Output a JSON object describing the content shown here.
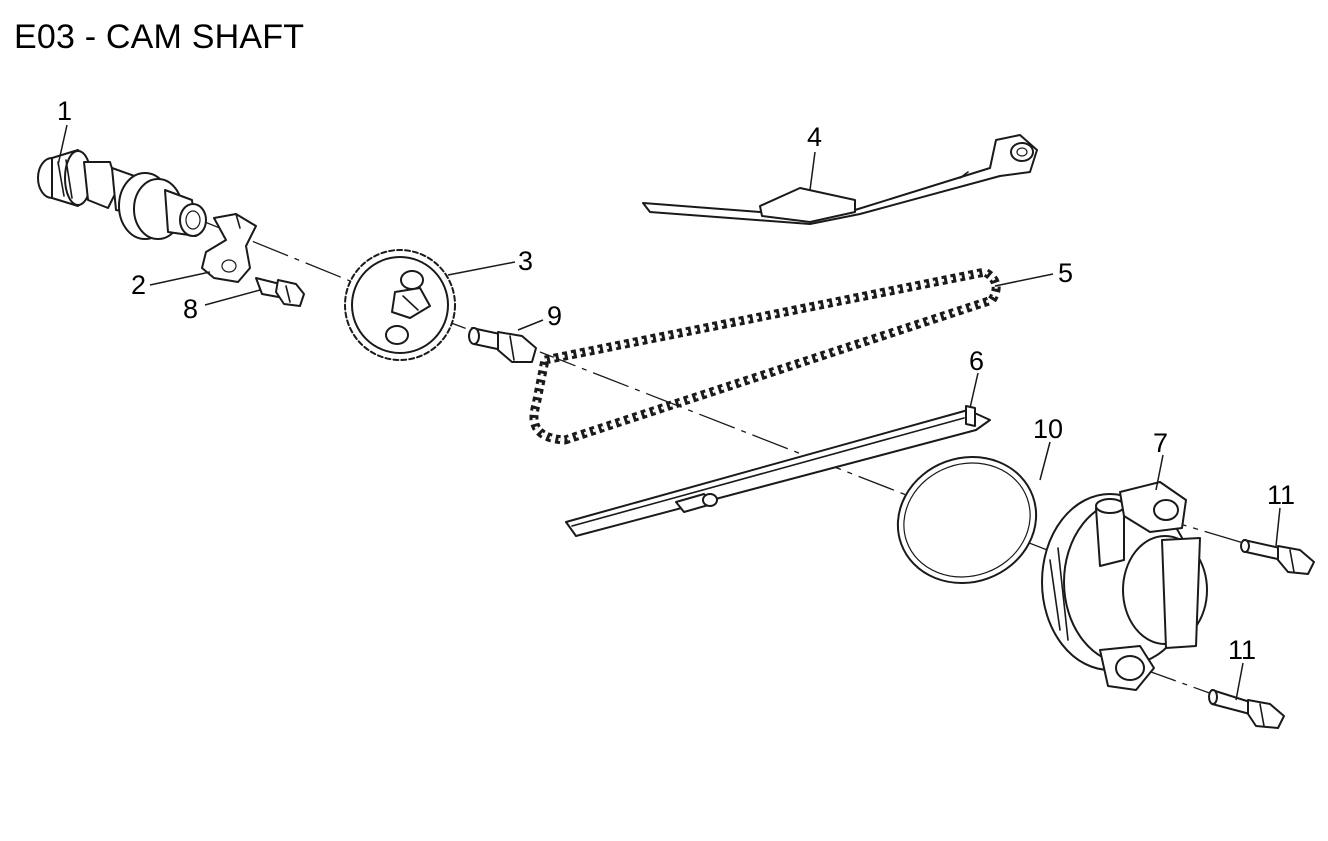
{
  "title": "E03 - CAM SHAFT",
  "callouts": {
    "c1": "1",
    "c2": "2",
    "c3": "3",
    "c4": "4",
    "c5": "5",
    "c6": "6",
    "c7": "7",
    "c8": "8",
    "c9": "9",
    "c10": "10",
    "c11a": "11",
    "c11b": "11"
  },
  "colors": {
    "line": "#1a1a1a",
    "background": "#ffffff"
  }
}
